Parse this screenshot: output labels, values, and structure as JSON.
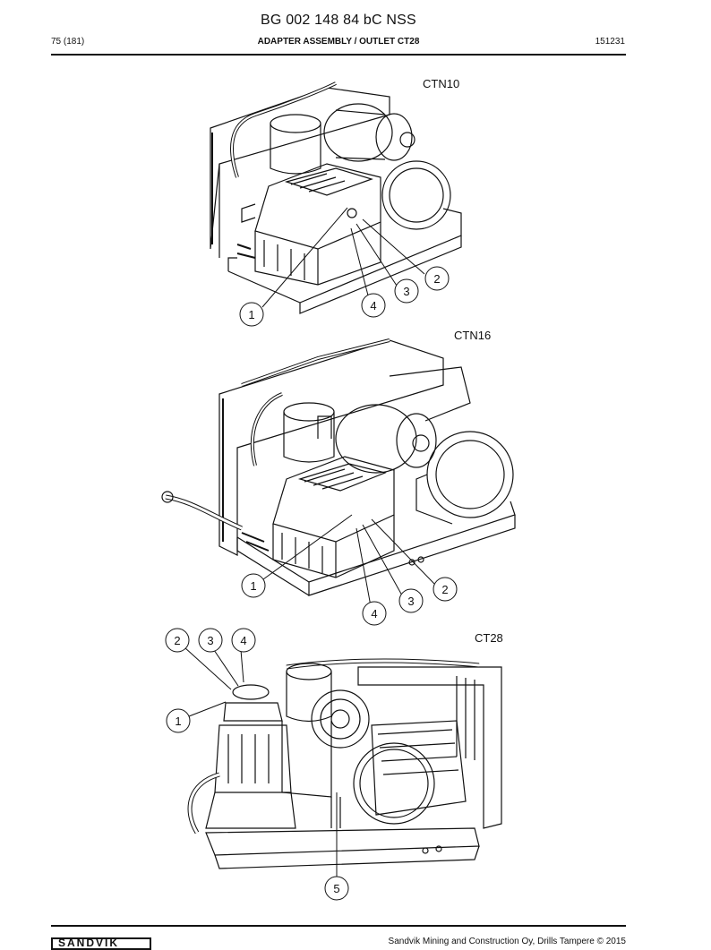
{
  "document": {
    "title": "BG 002 148 84 bC NSS",
    "page": "75 (181)",
    "section": "ADAPTER ASSEMBLY / OUTLET CT28",
    "date_code": "151231"
  },
  "figures": [
    {
      "model": "CTN10",
      "callouts": [
        "1",
        "2",
        "3",
        "4"
      ]
    },
    {
      "model": "CTN16",
      "callouts": [
        "1",
        "2",
        "3",
        "4"
      ]
    },
    {
      "model": "CT28",
      "callouts": [
        "1",
        "2",
        "3",
        "4",
        "5"
      ]
    }
  ],
  "footer": {
    "text": "Sandvik Mining and Construction Oy, Drills Tampere © 2015",
    "logo": "SANDVIK"
  }
}
